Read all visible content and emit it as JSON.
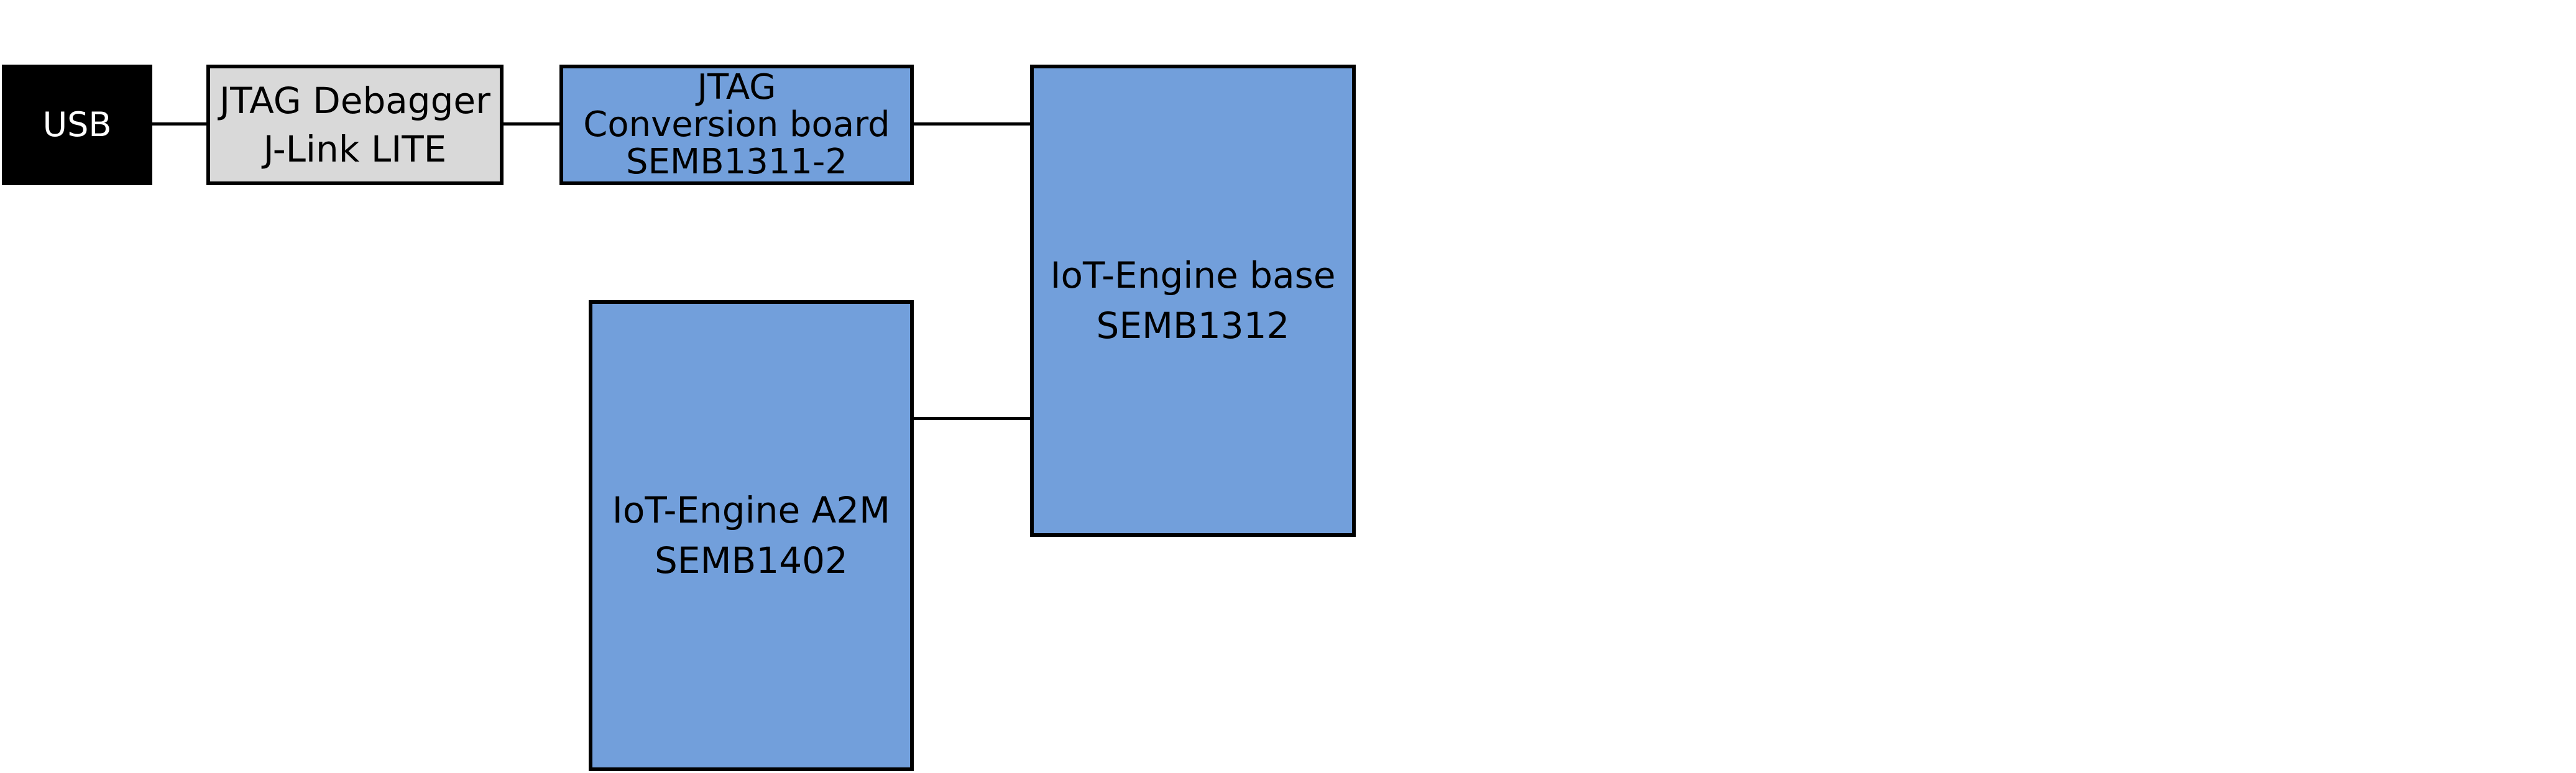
{
  "colors": {
    "usb_fill": "#000000",
    "usb_text": "#ffffff",
    "debugger_fill": "#d9d9d9",
    "board_fill": "#729fdb",
    "stroke": "#000000"
  },
  "boxes": {
    "usb": {
      "line1": "USB"
    },
    "debugger": {
      "line1": "JTAG Debagger",
      "line2": "J-Link LITE"
    },
    "conversion": {
      "line1": "JTAG",
      "line2": "Conversion board",
      "line3": "SEMB1311-2"
    },
    "base": {
      "line1": "IoT-Engine base",
      "line2": "SEMB1312"
    },
    "a2m": {
      "line1": "IoT-Engine A2M",
      "line2": "SEMB1402"
    }
  },
  "connections": [
    {
      "from": "USB",
      "to": "JTAG Debagger"
    },
    {
      "from": "JTAG Debagger",
      "to": "JTAG Conversion board"
    },
    {
      "from": "JTAG Conversion board",
      "to": "IoT-Engine base"
    },
    {
      "from": "IoT-Engine A2M",
      "to": "IoT-Engine base"
    }
  ]
}
